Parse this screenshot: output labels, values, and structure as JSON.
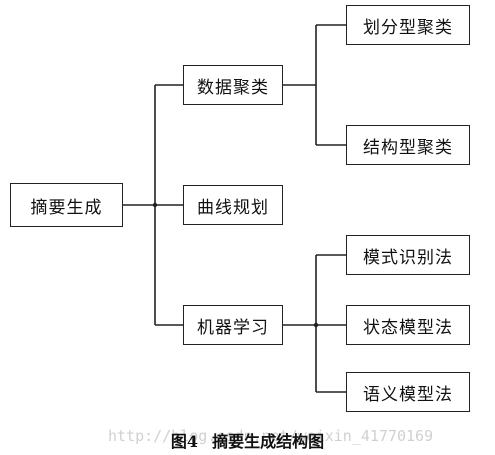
{
  "diagram": {
    "root": "摘要生成",
    "level1": [
      "数据聚类",
      "曲线规划",
      "机器学习"
    ],
    "clustering_children": [
      "划分型聚类",
      "结构型聚类"
    ],
    "ml_children": [
      "模式识别法",
      "状态模型法",
      "语义模型法"
    ]
  },
  "caption": {
    "number": "图4",
    "title": "摘要生成结构图"
  },
  "watermark": "http://blog.csdn.net/weixin_41770169"
}
